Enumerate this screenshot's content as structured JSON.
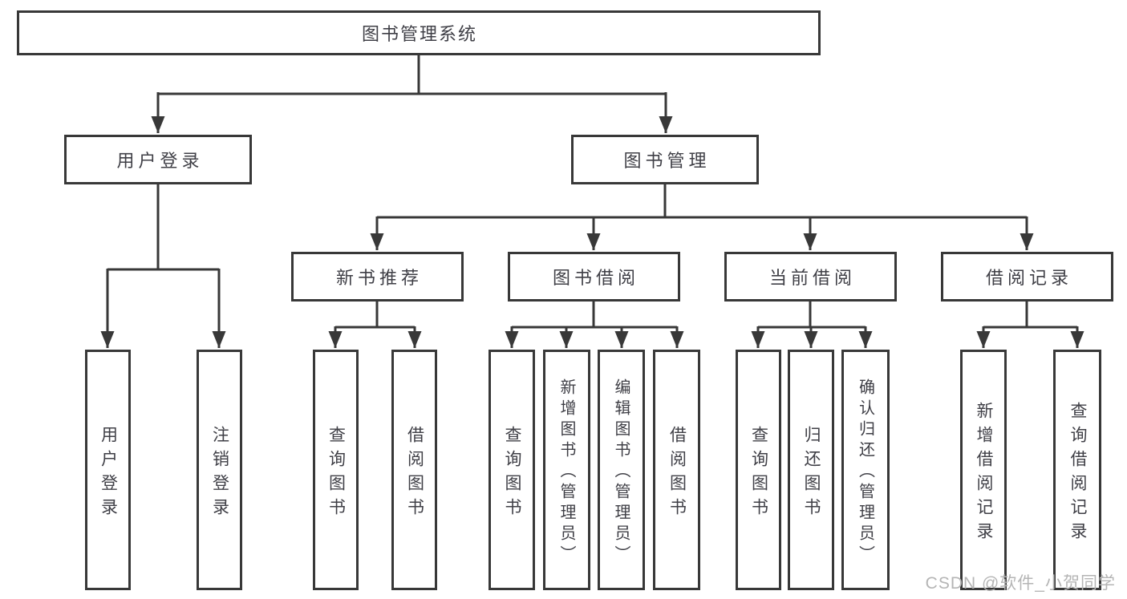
{
  "diagram": {
    "root": {
      "label": "图书管理系统"
    },
    "user_login": {
      "label": "用户登录",
      "children": {
        "login": "用户登录",
        "logout": "注销登录"
      }
    },
    "book_mgmt": {
      "label": "图书管理",
      "children": {
        "new_books": {
          "label": "新书推荐",
          "children": {
            "query": "查询图书",
            "borrow": "借阅图书"
          }
        },
        "book_borrow": {
          "label": "图书借阅",
          "children": {
            "query": "查询图书",
            "add": "新增图书（管理员）",
            "edit": "编辑图书（管理员）",
            "borrow": "借阅图书"
          }
        },
        "current_borrow": {
          "label": "当前借阅",
          "children": {
            "query": "查询图书",
            "return_book": "归还图书",
            "confirm": "确认归还（管理员）"
          }
        },
        "borrow_records": {
          "label": "借阅记录",
          "children": {
            "add": "新增借阅记录",
            "query": "查询借阅记录"
          }
        }
      }
    }
  },
  "watermark": "CSDN @软件_小贺同学",
  "colors": {
    "line": "#383838",
    "text": "#3f3f46",
    "background": "#ffffff",
    "watermark": "#b5b5b5"
  }
}
